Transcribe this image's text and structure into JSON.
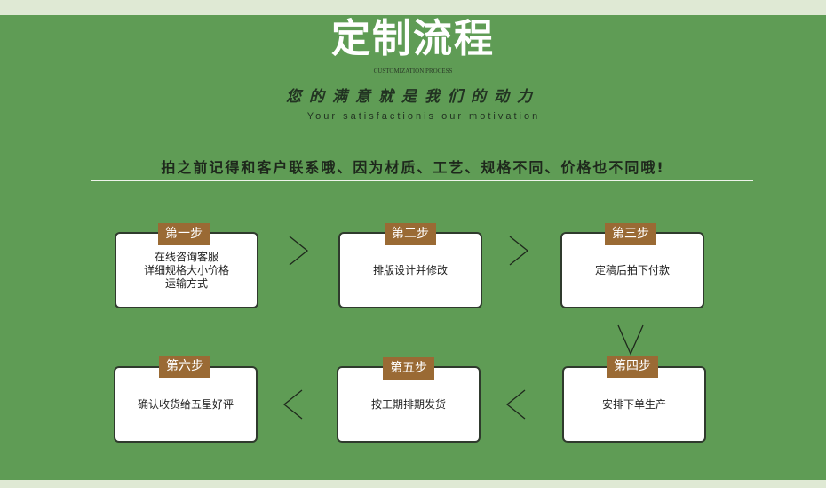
{
  "title": "定制流程",
  "subtitle": "CUSTOMIZATION PROCESS",
  "slogan": "您的满意就是我们的动力",
  "slogan_en": "Your satisfactionis our motivation",
  "note": "拍之前记得和客户联系哦、因为材质、工艺、规格不同、价格也不同哦!",
  "steps": [
    {
      "label": "第一步",
      "lines": [
        "在线咨询客服",
        "详细规格大小价格",
        "运输方式"
      ]
    },
    {
      "label": "第二步",
      "lines": [
        "排版设计并修改"
      ]
    },
    {
      "label": "第三步",
      "lines": [
        "定稿后拍下付款"
      ]
    },
    {
      "label": "第四步",
      "lines": [
        "安排下单生产"
      ]
    },
    {
      "label": "第五步",
      "lines": [
        "按工期排期发货"
      ]
    },
    {
      "label": "第六步",
      "lines": [
        "确认收货给五星好评"
      ]
    }
  ],
  "colors": {
    "background": "#5f9c55",
    "label": "#9a6a34",
    "band": "#dfe9d4"
  }
}
